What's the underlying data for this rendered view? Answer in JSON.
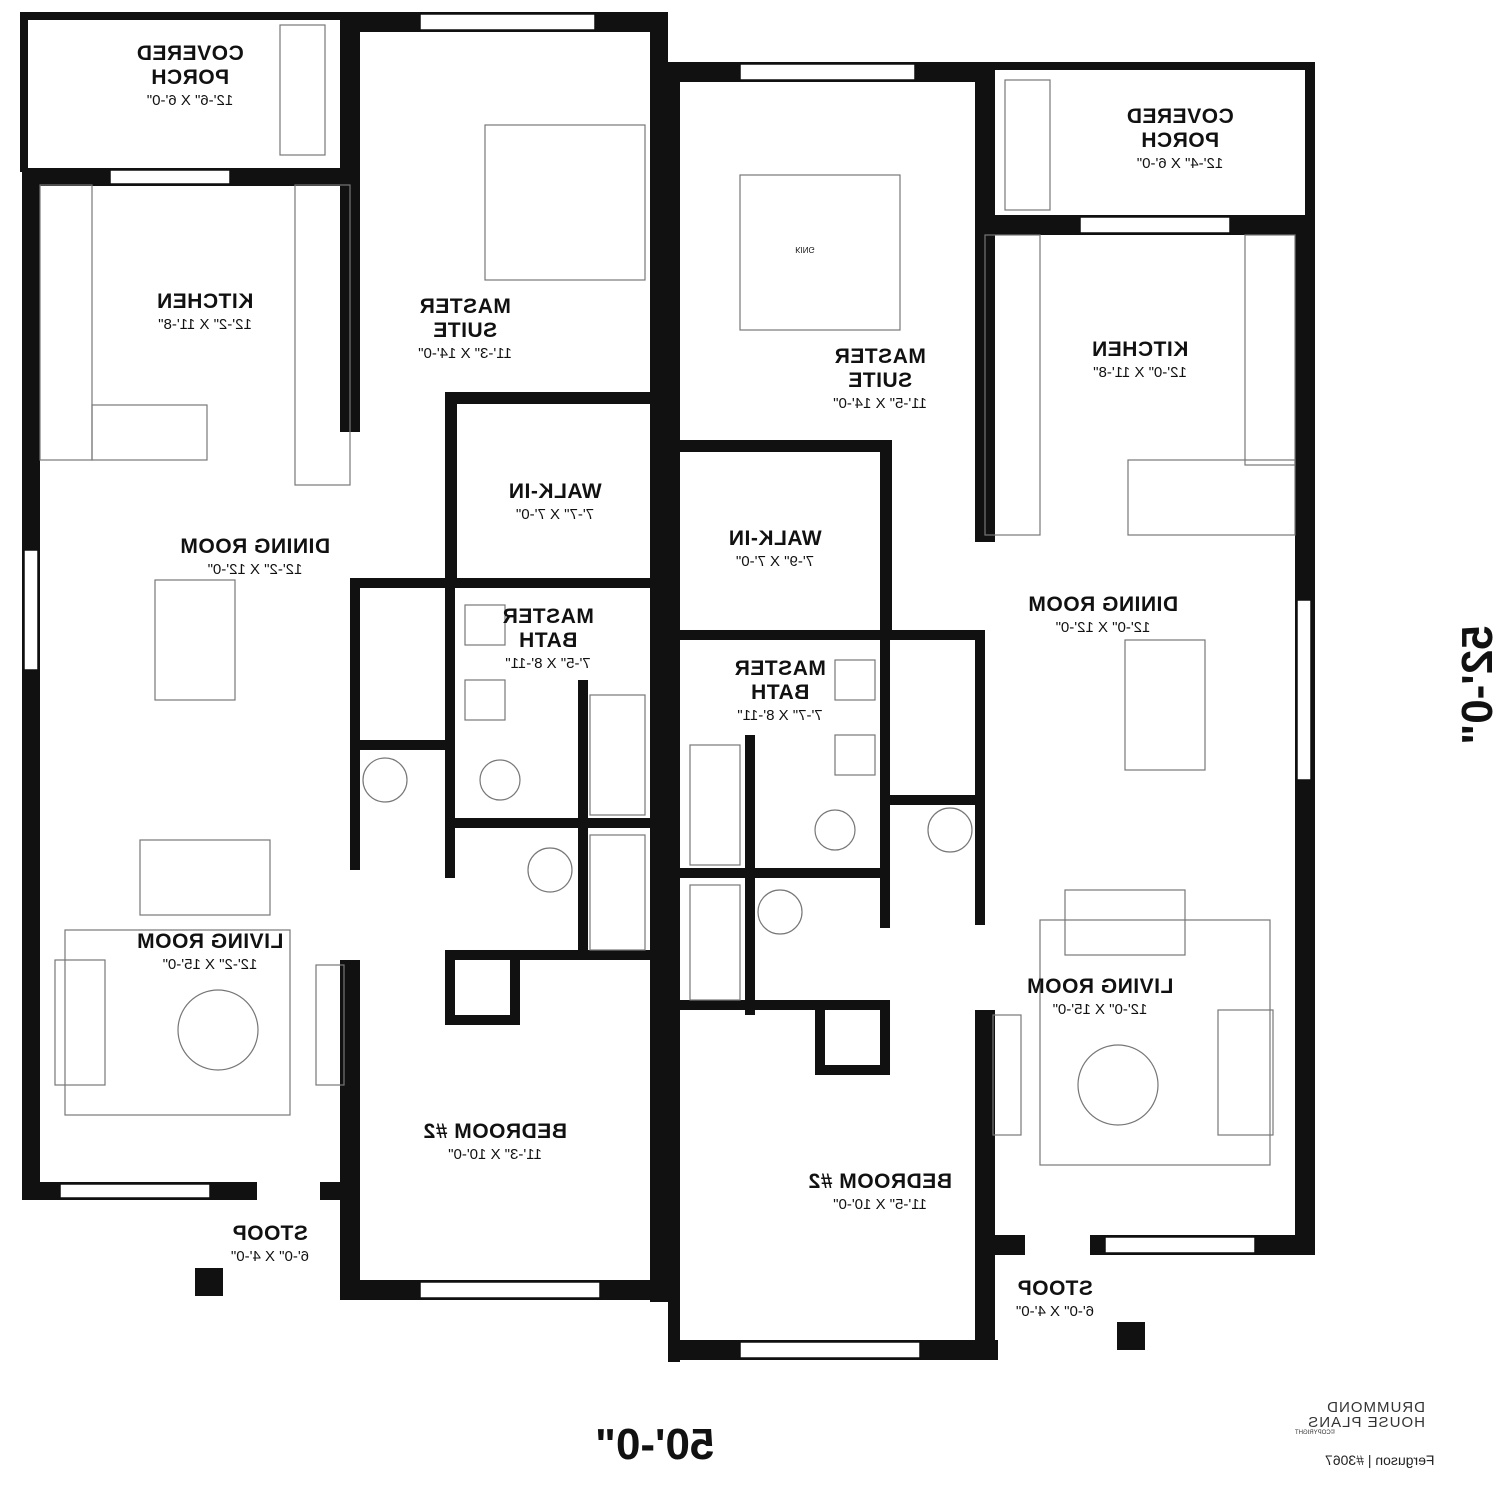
{
  "rooms": {
    "covered_porch_left": {
      "name_l1": "COVERED",
      "name_l2": "PORCH",
      "dim": "12'-6\" X 6'-0\""
    },
    "kitchen_left": {
      "name": "KITCHEN",
      "dim": "12'-2\" X 11'-8\""
    },
    "master_suite_left": {
      "name_l1": "MASTER",
      "name_l2": "SUITE",
      "dim": "11'-3\" X 14'-0\""
    },
    "walkin_left": {
      "name": "WALK-IN",
      "dim": "7'-7\" X 7'-0\""
    },
    "dining_left": {
      "name": "DINING ROOM",
      "dim": "12'-2\" X 12'-0\""
    },
    "master_bath_left": {
      "name_l1": "MASTER",
      "name_l2": "BATH",
      "dim": "7'-5\" X 8'-11\""
    },
    "living_left": {
      "name": "LIVING ROOM",
      "dim": "12'-2\" X 15'-0\""
    },
    "bedroom2_left": {
      "name": "BEDROOM #2",
      "dim": "11'-3\" X 10'-0\""
    },
    "stoop_left": {
      "name": "STOOP",
      "dim": "6'-0\" X 4'-0\""
    },
    "covered_porch_right": {
      "name_l1": "COVERED",
      "name_l2": "PORCH",
      "dim": "12'-4\" X 6'-0\""
    },
    "master_suite_right": {
      "name_l1": "MASTER",
      "name_l2": "SUITE",
      "dim": "11'-5\" X 14'-0\""
    },
    "kitchen_right": {
      "name": "KITCHEN",
      "dim": "12'-0\" X 11'-8\""
    },
    "walkin_right": {
      "name": "WALK-IN",
      "dim": "7'-9\" X 7'-0\""
    },
    "dining_right": {
      "name": "DINING ROOM",
      "dim": "12'-0\" X 12'-0\""
    },
    "master_bath_right": {
      "name_l1": "MASTER",
      "name_l2": "BATH",
      "dim": "7'-7\" X 8'-11\""
    },
    "living_right": {
      "name": "LIVING ROOM",
      "dim": "12'-0\" X 15'-0\""
    },
    "bedroom2_right": {
      "name": "BEDROOM #2",
      "dim": "11'-5\" X 10'-0\""
    },
    "stoop_right": {
      "name": "STOOP",
      "dim": "6'-0\" X 4'-0\""
    }
  },
  "bed_label": "KING",
  "dimensions": {
    "width": "50'-0\"",
    "depth": "52'-0\""
  },
  "brand": {
    "line1": "DRUMMOND",
    "line2": "HOUSE PLANS",
    "line3": "©COPYRIGHT"
  },
  "plan_credit": "Ferguson | #3067",
  "colors": {
    "wall": "#111111",
    "fixture": "#777777",
    "background": "#ffffff"
  }
}
